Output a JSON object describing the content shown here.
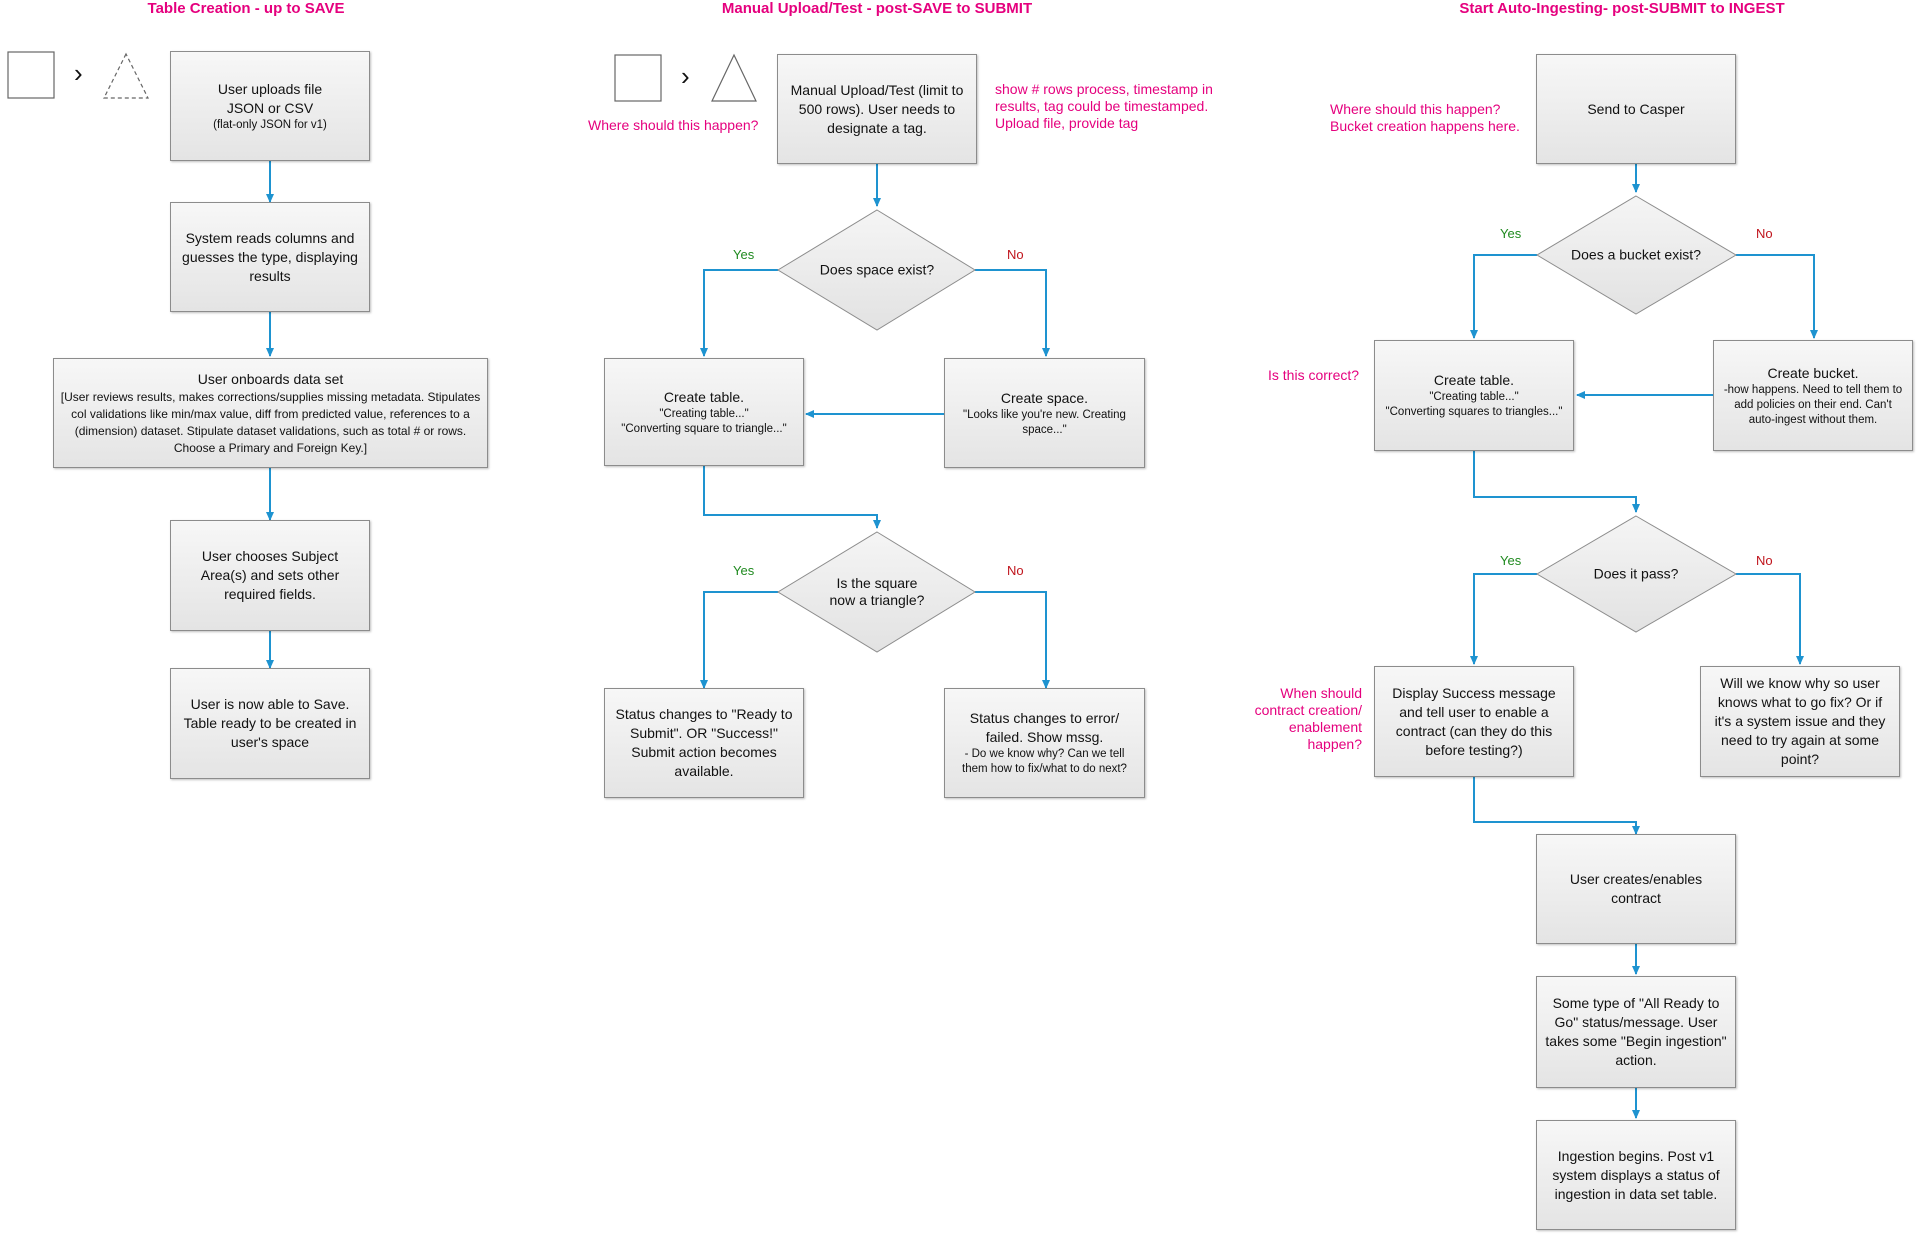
{
  "sections": [
    {
      "title": "Table Creation - up to SAVE"
    },
    {
      "title": "Manual Upload/Test - post-SAVE to SUBMIT"
    },
    {
      "title": "Start Auto-Ingesting- post-SUBMIT to INGEST"
    }
  ],
  "col1": {
    "upload": {
      "line1": "User uploads file",
      "line2": "JSON or CSV",
      "sub": "(flat-only JSON for v1)"
    },
    "reads": {
      "text": "System reads columns and guesses the type, displaying results"
    },
    "onboard": {
      "title": "User onboards data set",
      "detail": "[User reviews results, makes corrections/supplies missing metadata. Stipulates col validations like min/max value, diff from predicted value, references to a (dimension) dataset. Stipulate dataset validations, such as total # or rows. Choose a Primary and Foreign Key.]"
    },
    "subject": {
      "text": "User chooses Subject Area(s) and sets other required fields."
    },
    "save": {
      "text": "User is now able to Save. Table ready to be created in user's space"
    }
  },
  "col2": {
    "where_note": "Where should this happen?",
    "rows_note": "show # rows process, timestamp in results, tag could be timestamped. Upload file, provide tag",
    "manual": {
      "text": "Manual Upload/Test (limit to 500 rows). User needs to designate a tag."
    },
    "space_q": "Does space exist?",
    "yes1": "Yes",
    "no1": "No",
    "create_table": {
      "title": "Create table.",
      "sub1": "\"Creating table...\"",
      "sub2": "\"Converting square to triangle...\""
    },
    "create_space": {
      "title": "Create space.",
      "sub": "\"Looks like you're new. Creating space...\""
    },
    "triangle_q": "Is the square now a triangle?",
    "yes2": "Yes",
    "no2": "No",
    "ready": {
      "text": "Status changes to \"Ready to Submit\". OR \"Success!\" Submit action becomes available."
    },
    "error": {
      "title": "Status changes to error/ failed. Show mssg.",
      "sub": "- Do we know why? Can we tell them how to fix/what to do next?"
    }
  },
  "col3": {
    "where_note": "Where should this happen? Bucket creation happens here.",
    "casper": {
      "text": "Send to Casper"
    },
    "bucket_q": "Does a bucket exist?",
    "yes1": "Yes",
    "no1": "No",
    "correct_note": "Is this correct?",
    "create_table": {
      "title": "Create table.",
      "sub1": "\"Creating table...\"",
      "sub2": "\"Converting squares to triangles...\""
    },
    "create_bucket": {
      "title": "Create bucket.",
      "sub": "-how happens. Need to tell them to add policies on their end. Can't auto-ingest without them."
    },
    "pass_q": "Does it pass?",
    "yes2": "Yes",
    "no2": "No",
    "contract_note": "When should contract creation/ enablement happen?",
    "success": {
      "text": "Display Success message and tell user to enable a contract (can they do this before testing?)"
    },
    "why": {
      "text": "Will we know why so user knows what to go fix? Or if it's a system issue and they need to try again at some point?"
    },
    "contract": {
      "text": "User creates/enables contract"
    },
    "allready": {
      "text": "Some type of \"All Ready to Go\" status/message. User takes some \"Begin ingestion\" action."
    },
    "ingest": {
      "text": "Ingestion begins. Post v1 system displays a status of ingestion in data set table."
    }
  },
  "colors": {
    "accent": "#e5007e",
    "arrow": "#1e93d0",
    "yes": "#1f8a1f",
    "no": "#c0141c"
  }
}
